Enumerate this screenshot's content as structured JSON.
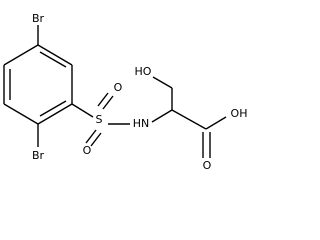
{
  "molecule": {
    "atom_labels": {
      "br_top": "Br",
      "br_bottom": "Br",
      "sulfur": "S",
      "oxygen_top": "O",
      "oxygen_bottom": "O",
      "amine": "HN",
      "hydroxyl": "HO",
      "acid_hydroxyl": "OH",
      "carbonyl_oxygen": "O"
    }
  }
}
